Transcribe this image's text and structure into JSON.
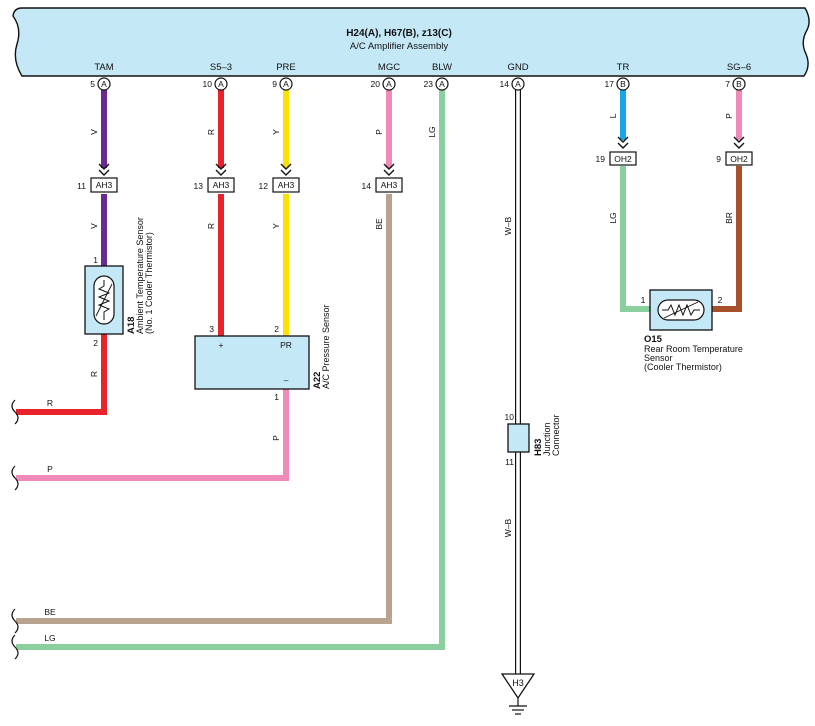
{
  "amplifier": {
    "ids": "H24(A), H67(B), z13(C)",
    "name": "A/C Amplifier Assembly",
    "fill": "#c5e8f7"
  },
  "terminals": [
    {
      "name": "TAM",
      "pin": "5",
      "conn": "A"
    },
    {
      "name": "S5–3",
      "pin": "10",
      "conn": "A"
    },
    {
      "name": "PRE",
      "pin": "9",
      "conn": "A"
    },
    {
      "name": "MGC",
      "pin": "20",
      "conn": "A"
    },
    {
      "name": "BLW",
      "pin": "23",
      "conn": "A"
    },
    {
      "name": "GND",
      "pin": "14",
      "conn": "A"
    },
    {
      "name": "TR",
      "pin": "17",
      "conn": "B"
    },
    {
      "name": "SG–6",
      "pin": "7",
      "conn": "B"
    }
  ],
  "wire_colors": {
    "V": "#6a2a8e",
    "R": "#e8232b",
    "Y": "#ffe000",
    "P": "#f08ab8",
    "LG": "#8ccf9e",
    "BE": "#b8a48e",
    "L": "#1aa6e6",
    "BR": "#a8502a",
    "W-B": "#ffffff"
  },
  "wire_labels": {
    "tam_upper": "V",
    "tam_lower": "V",
    "tam_bottom": "R",
    "s53_upper": "R",
    "s53_lower": "R",
    "pre_upper": "Y",
    "pre_lower": "Y",
    "pressure_out": "P",
    "mgc_upper": "P",
    "mgc_lower": "BE",
    "blw": "LG",
    "gnd_upper": "W–B",
    "gnd_lower": "W–B",
    "tr_upper": "L",
    "tr_lower": "LG",
    "sg6_upper": "P",
    "sg6_lower": "BR",
    "left_r": "R",
    "left_p": "P",
    "left_be": "BE",
    "left_lg": "LG"
  },
  "connectors": {
    "ah3_tam": {
      "pin": "11",
      "name": "AH3"
    },
    "ah3_s53": {
      "pin": "13",
      "name": "AH3"
    },
    "ah3_pre": {
      "pin": "12",
      "name": "AH3"
    },
    "ah3_mgc": {
      "pin": "14",
      "name": "AH3"
    },
    "oh2_tr": {
      "pin": "19",
      "name": "OH2"
    },
    "oh2_sg6": {
      "pin": "9",
      "name": "OH2"
    }
  },
  "components": {
    "a18": {
      "id": "A18",
      "line1": "Ambient Temperature Sensor",
      "line2": "(No. 1 Cooler Thermistor)",
      "pin_top": "1",
      "pin_bottom": "2"
    },
    "a22": {
      "id": "A22",
      "line1": "A/C Pressure Sensor",
      "plus": "+",
      "pr": "PR",
      "minus": "–",
      "pin_plus": "3",
      "pin_pr": "2",
      "pin_minus": "1"
    },
    "o15": {
      "id": "O15",
      "line1": "Rear Room Temperature",
      "line2": "Sensor",
      "line3": "(Cooler Thermistor)",
      "pin_left": "1",
      "pin_right": "2"
    },
    "h83": {
      "id": "H83",
      "line1": "Junction",
      "line2": "Connector",
      "pin_top": "10",
      "pin_bottom": "11"
    },
    "ground": {
      "label": "H3"
    }
  }
}
